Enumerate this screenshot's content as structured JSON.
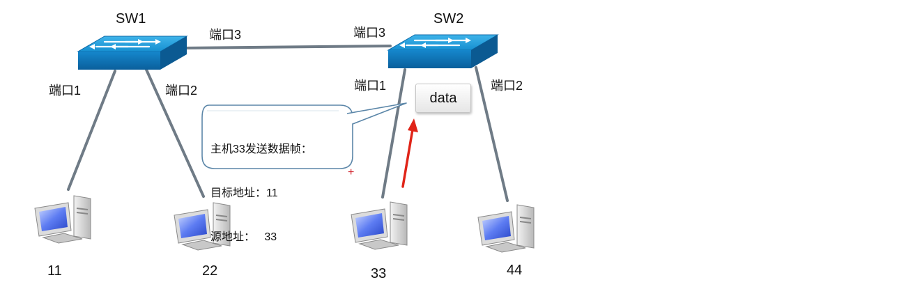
{
  "switches": {
    "sw1": {
      "name": "SW1",
      "port1": "端口1",
      "port2": "端口2",
      "port3": "端口3"
    },
    "sw2": {
      "name": "SW2",
      "port1": "端口1",
      "port2": "端口2",
      "port3": "端口3"
    }
  },
  "hosts": [
    {
      "label": "11"
    },
    {
      "label": "22"
    },
    {
      "label": "33"
    },
    {
      "label": "44"
    }
  ],
  "frame": {
    "label": "data"
  },
  "callout": {
    "line1": "主机33发送数据帧：",
    "line2": "目标地址：11",
    "line3": "源地址：   33"
  },
  "marker": {
    "plus": "+"
  },
  "colors": {
    "switch_top": "#1d9bd8",
    "switch_front": "#0d6fb4",
    "cable": "#6f7b86",
    "callout_border": "#5b86a8",
    "arrow": "#e02418",
    "plus": "#d0202a"
  }
}
